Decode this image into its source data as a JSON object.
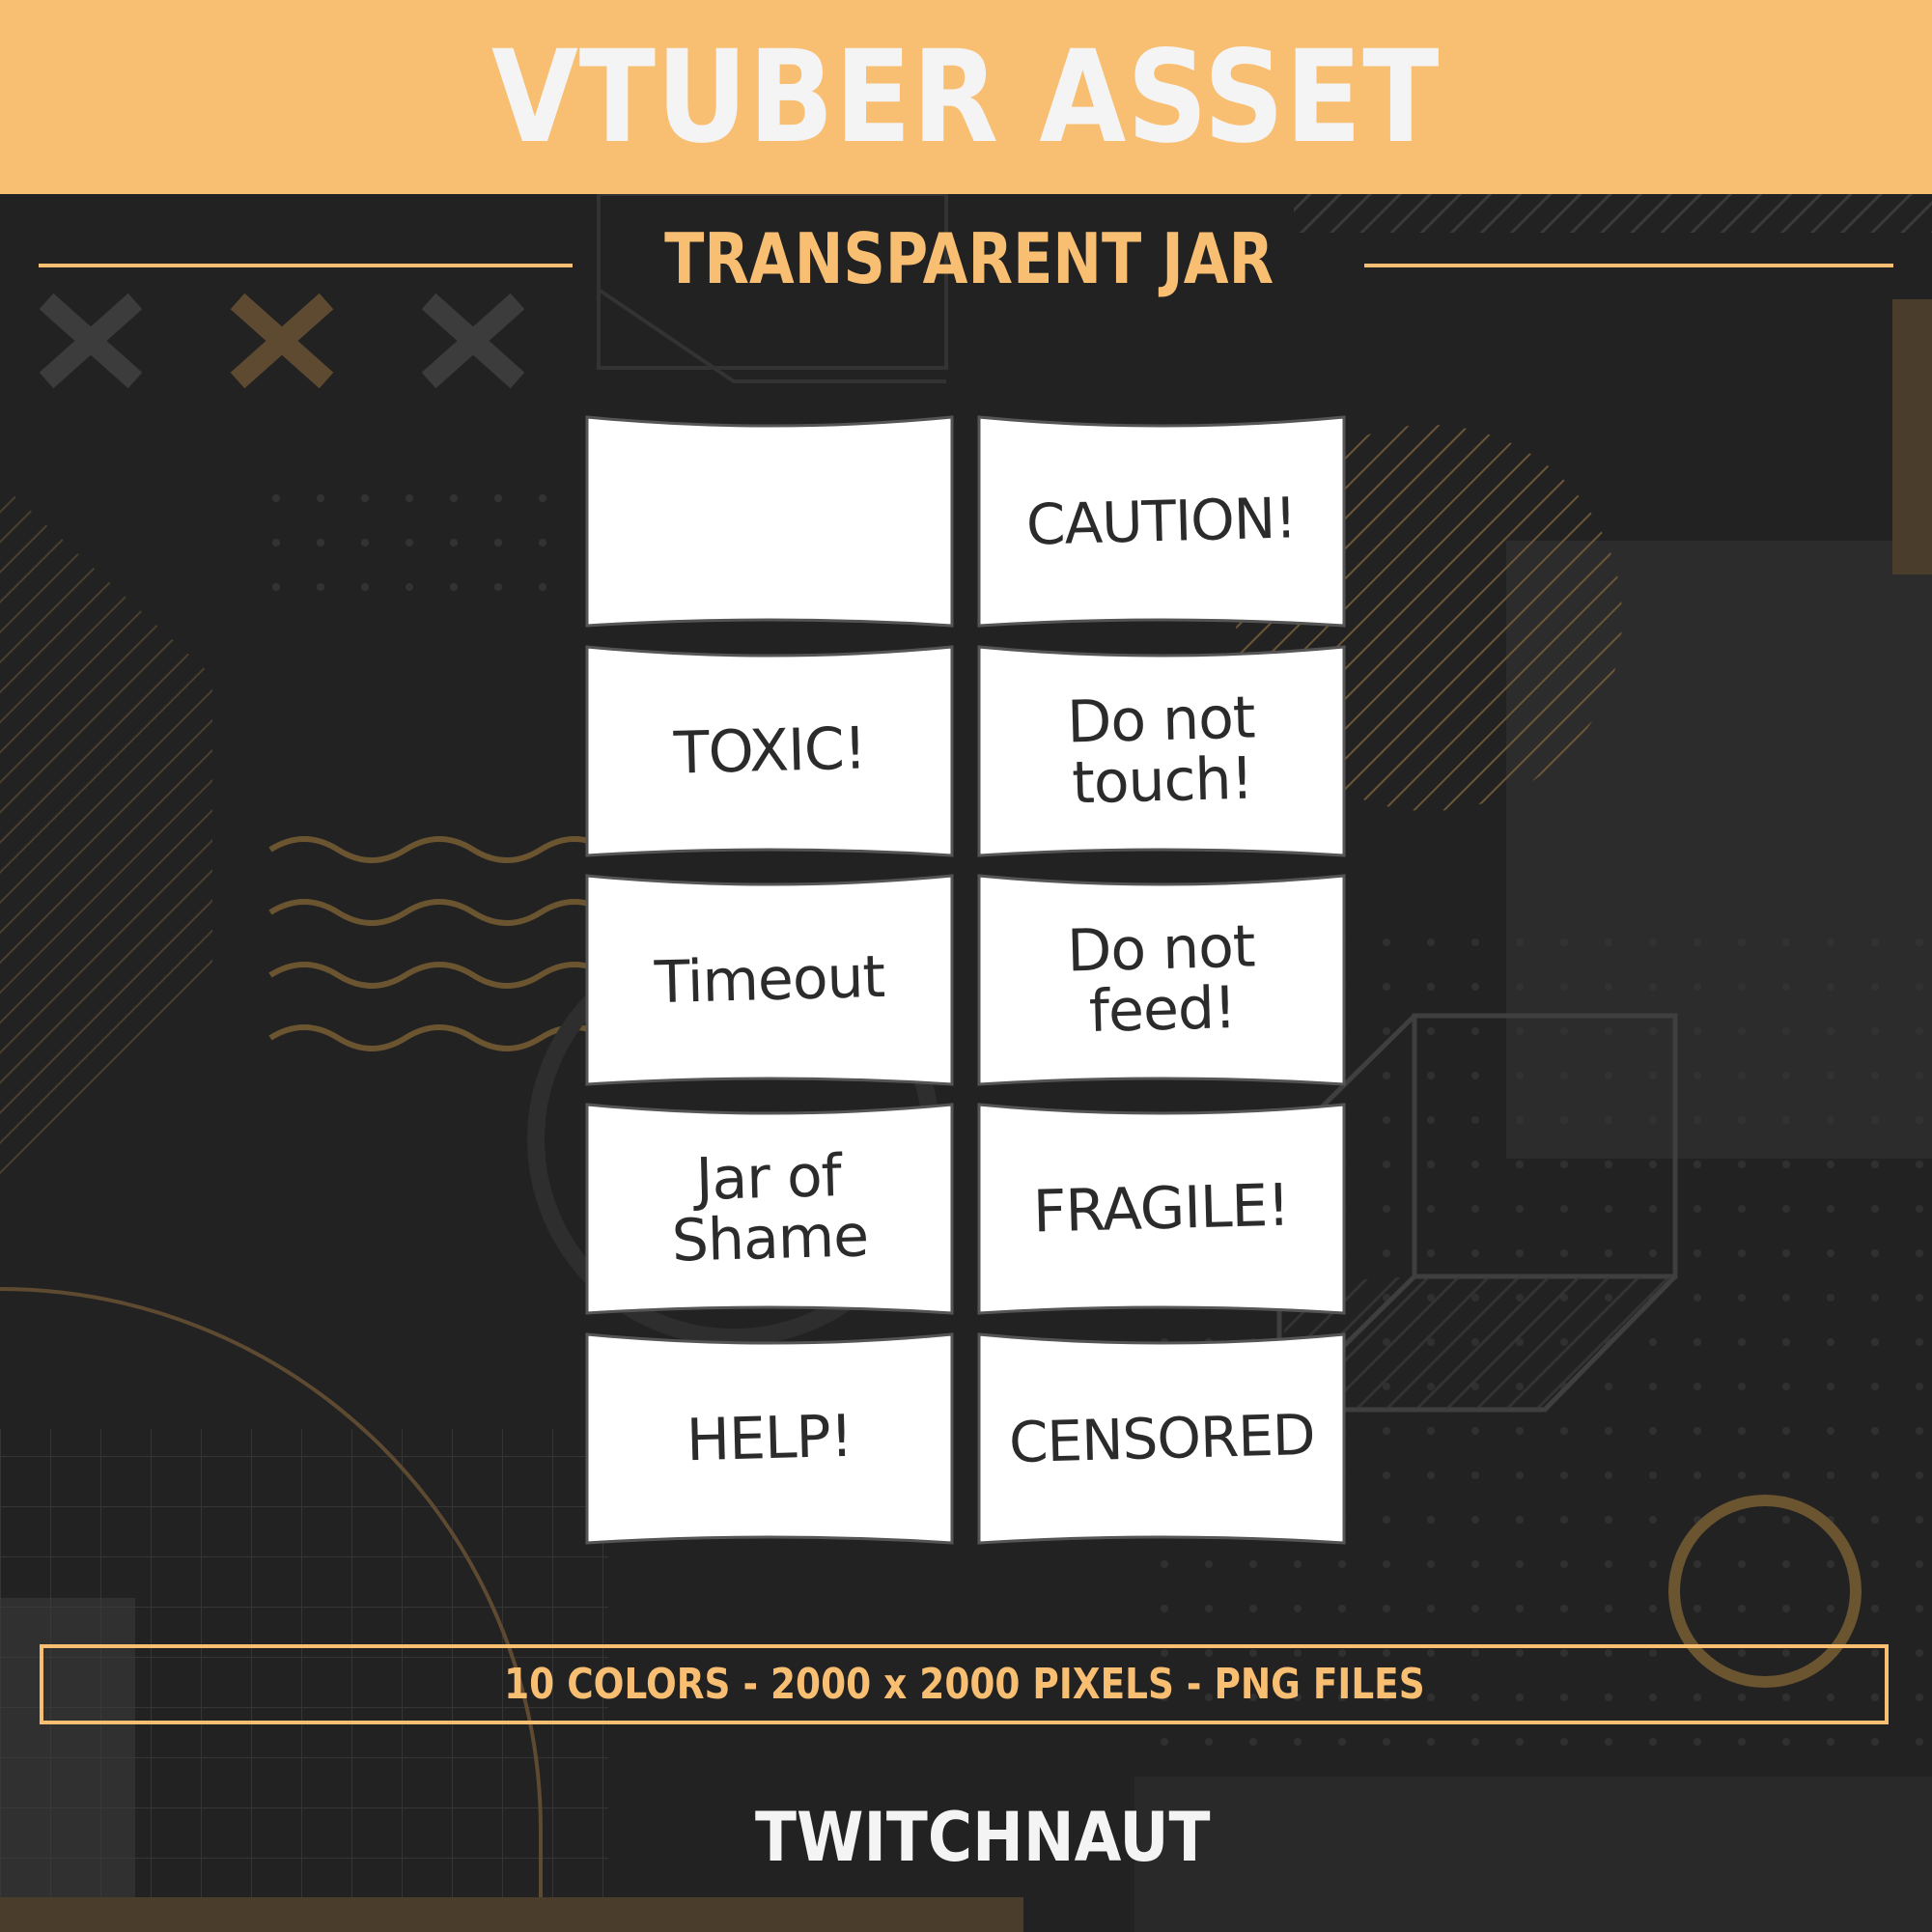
{
  "header": {
    "title": "VTUBER ASSET"
  },
  "subtitle": "TRANSPARENT JAR",
  "labels": [
    {
      "text": ""
    },
    {
      "text": "CAUTION!"
    },
    {
      "text": "TOXIC!"
    },
    {
      "text": "Do not\ntouch!"
    },
    {
      "text": "Timeout"
    },
    {
      "text": "Do not\nfeed!"
    },
    {
      "text": "Jar of\nShame"
    },
    {
      "text": "FRAGILE!"
    },
    {
      "text": "HELP!"
    },
    {
      "text": "CENSORED"
    }
  ],
  "info": "10 COLORS - 2000 x 2000 PIXELS - PNG FILES",
  "brand": {
    "name": "TWITCHNAUT",
    "logo_icon": "twitchnaut-logo-icon"
  },
  "colors": {
    "accent": "#f8bf73",
    "background": "#222222",
    "label_fill": "#ffffff",
    "label_text": "#2b2b2b"
  }
}
